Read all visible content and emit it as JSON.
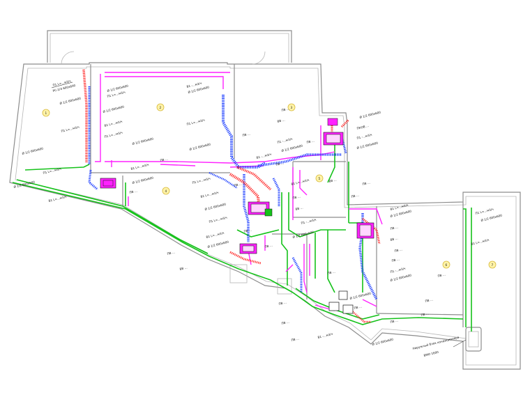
{
  "colors": {
    "supply_duct": "#1a3cff",
    "exhaust_duct": "#ff2a2a",
    "pipe_magenta": "#ff22ff",
    "pipe_green": "#15c21a",
    "wall": "#8c8c8c",
    "room_marker": "#fff3a8"
  },
  "rooms": [
    "1",
    "2",
    "3",
    "4",
    "5",
    "6",
    "7"
  ],
  "labels": {
    "l01": "П1  L=...м3/ч",
    "l02": "РС-1/4 600х600",
    "l03": "Ø 1/2 600х600",
    "l04": "П1 L=...м3/ч",
    "l05": "Ø 1/2 600х600",
    "l06": "П1 L=...м3/ч",
    "l07": "Ø 1/2 600х600",
    "l08": "В1 L=...м3/ч",
    "l09": "Ø 1/2 600х600",
    "l10": "П1 L=...м3/ч",
    "l11": "Ø 1/2 600х600",
    "l12": "В1 L=...м3/ч",
    "l13": "П1 L=...м3/ч",
    "l14": "Ø 1/2 600х600",
    "l15": "В1 -...м3/ч",
    "l16": "Ø 1/2 600х600",
    "l17": "П1 L=...м3/ч",
    "l18": "Ø 1/2 600х600",
    "l19": "В1 L=...м3/ч",
    "l20": "Ø 1/2 600х600",
    "l21": "П1 L=...м3/ч",
    "l22": "В1 L=...м3/ч",
    "l23": "Ø 1/2 600х600",
    "l24": "П1 L=...м3/ч",
    "l25": "В1 L=...м3/ч",
    "l26": "Ø 1/2 600х600",
    "l27": "ПВ ...",
    "l28": "ВВ ...",
    "l29": "ПВ ...",
    "l30": "ВВ ...",
    "l31": "П1 -...м3/ч",
    "l32": "Ø 1/2 600х600",
    "l33": "В1 -...м3/ч",
    "l34": "Ø 1/2 600х600",
    "l35": "ПКОВ ...",
    "l36": "П1 -...м3/ч",
    "l37": "Ø 1/2 600х600",
    "l38": "В1 L=...м3/ч",
    "l39": "ПВ ...",
    "l40": "ВВ ...",
    "l41": "П1 -...м3/ч",
    "l42": "Ø 1/2 600х600",
    "l43": "ПВ ...",
    "l44": "ВВ ...",
    "l45": "ПВ ...",
    "l46": "В1 L=...м3/ч",
    "l47": "Ø 1/2 600х600",
    "l48": "ПВ ...",
    "l49": "ВВ ...",
    "l50": "ПВ ...",
    "l51": "ПВ ...",
    "l52": "П1 -...м3/ч",
    "l53": "Ø 1/2 600х600",
    "l54": "ПВ ...",
    "l55": "ПВ ...",
    "l56": "ПВ ...",
    "l57": "П1 L=...м3/ч",
    "l58": "Ø 1/2 600х600",
    "l59": "В1 L=...м3/ч",
    "l60": "Ø 1/2 600х600",
    "l61": "ПВ ...",
    "l62": "ПВ ...",
    "l63": "ПВ ...",
    "l64": "В1 -...м3/ч",
    "l65": "Ø 1/2 600х600",
    "l66": "ПВ ...",
    "l67": "ПВ ...",
    "l68": "ПВ ...",
    "l69": "ПВ ...",
    "l70": "ПВ ...",
    "l71": "ПВ ...",
    "l72": "ПВ ...",
    "l73": "ПВ ...",
    "l74": "ПВ ...",
    "l75": "ПВ ...",
    "l76": "ПВ ...",
    "l77": "Наружный блок кондиционера",
    "l78": "ВМО 1600"
  }
}
